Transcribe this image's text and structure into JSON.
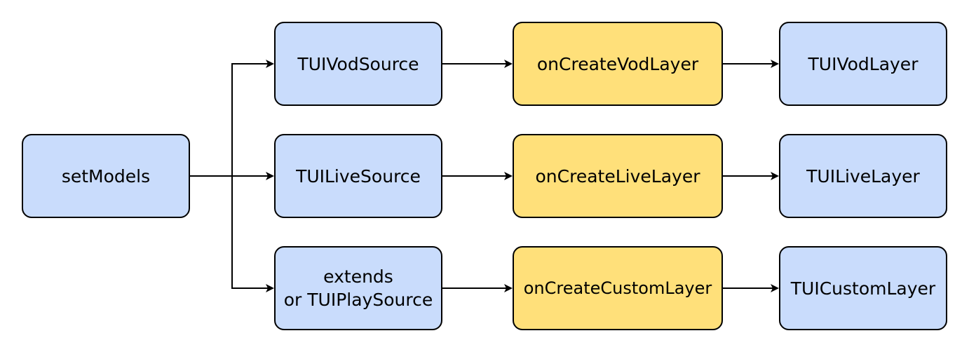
{
  "nodes": {
    "set_models": "setModels",
    "vod_source": "TUIVodSource",
    "live_source": "TUILiveSource",
    "custom_source_line1": "extends",
    "custom_source_line2": "or TUIPlaySource",
    "create_vod": "onCreateVodLayer",
    "create_live": "onCreateLiveLayer",
    "create_custom": "onCreateCustomLayer",
    "vod_layer": "TUIVodLayer",
    "live_layer": "TUILiveLayer",
    "custom_layer": "TUICustomLayer"
  },
  "colors": {
    "source_fill": "#c9dcfc",
    "hook_fill": "#ffe07a",
    "stroke": "#000000"
  }
}
